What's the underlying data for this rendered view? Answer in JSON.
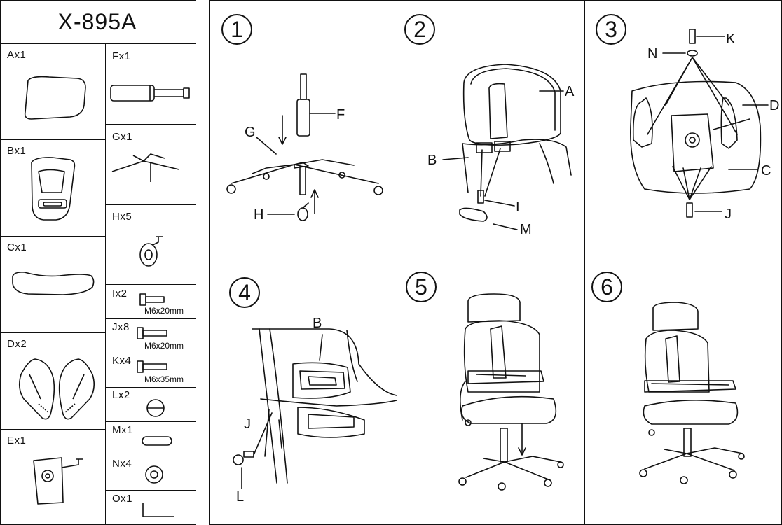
{
  "title": "X-895A",
  "parts": [
    {
      "label": "Ax1",
      "name": "headrest"
    },
    {
      "label": "Bx1",
      "name": "backrest-lumbar"
    },
    {
      "label": "Cx1",
      "name": "seat"
    },
    {
      "label": "Dx2",
      "name": "armrests"
    },
    {
      "label": "Ex1",
      "name": "mechanism"
    },
    {
      "label": "Fx1",
      "name": "gas-lift"
    },
    {
      "label": "Gx1",
      "name": "base"
    },
    {
      "label": "Hx5",
      "name": "castors"
    },
    {
      "label": "Ix2",
      "name": "screw-i",
      "spec": "M6x20mm"
    },
    {
      "label": "Jx8",
      "name": "screw-j",
      "spec": "M6x20mm"
    },
    {
      "label": "Kx4",
      "name": "screw-k",
      "spec": "M6x35mm"
    },
    {
      "label": "Lx2",
      "name": "cap"
    },
    {
      "label": "Mx1",
      "name": "cover"
    },
    {
      "label": "Nx4",
      "name": "washer"
    },
    {
      "label": "Ox1",
      "name": "allen-key"
    }
  ],
  "steps": [
    "1",
    "2",
    "3",
    "4",
    "5",
    "6"
  ],
  "callouts": {
    "s1": [
      "F",
      "G",
      "H"
    ],
    "s2": [
      "A",
      "B",
      "I",
      "M"
    ],
    "s3": [
      "K",
      "N",
      "D",
      "C",
      "J"
    ],
    "s4": [
      "B",
      "J",
      "L"
    ]
  }
}
